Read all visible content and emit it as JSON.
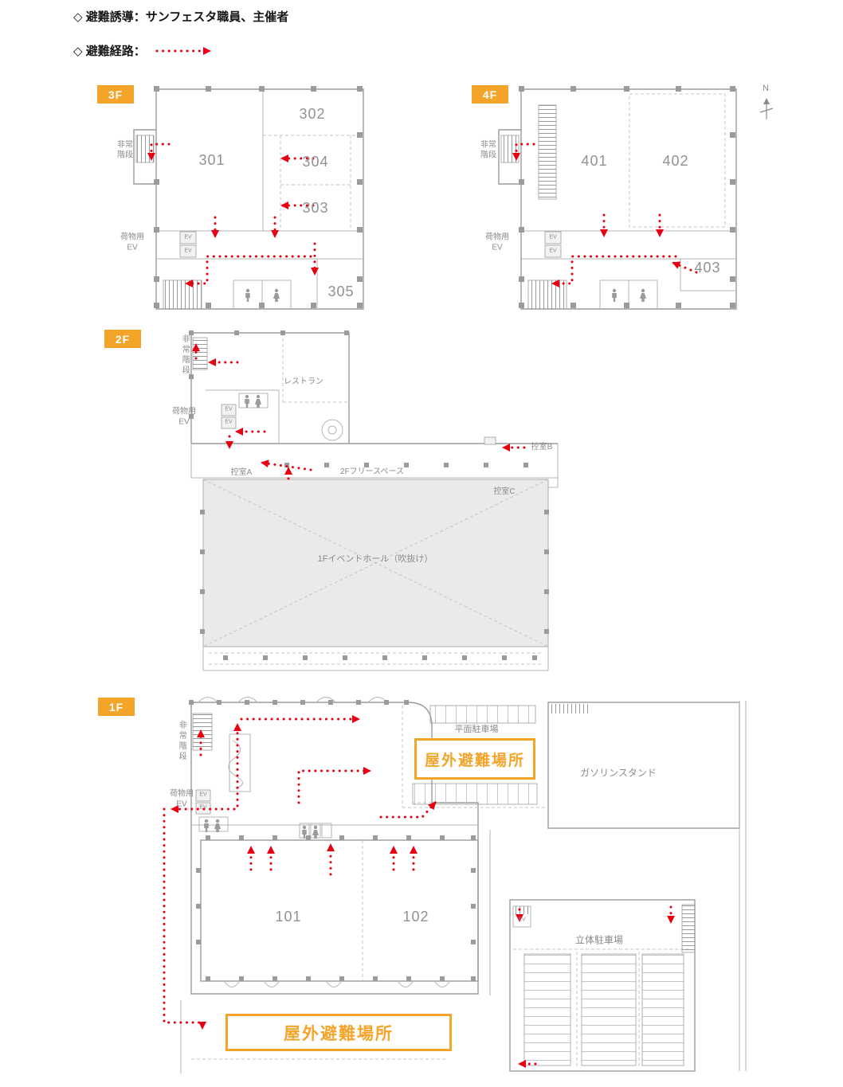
{
  "legend": {
    "guidance": "◇ 避難誘導：サンフェスタ職員、主催者",
    "route_label": "◇ 避難経路："
  },
  "compass": {
    "north": "N"
  },
  "colors": {
    "accent_orange": "#F4A428",
    "route_red": "#E60012",
    "plan_gray": "#9B9B9B"
  },
  "common": {
    "emergency_stairs": "非常階段",
    "emergency_stairs_line1": "非常",
    "emergency_stairs_line2": "階段",
    "freight_ev_line1": "荷物用",
    "freight_ev_line2": "EV",
    "ev": "EV"
  },
  "floor3": {
    "badge": "3F",
    "rooms": {
      "r301": "301",
      "r302": "302",
      "r303": "303",
      "r304": "304",
      "r305": "305"
    }
  },
  "floor4": {
    "badge": "4F",
    "rooms": {
      "r401": "401",
      "r402": "402",
      "r403": "403"
    }
  },
  "floor2": {
    "badge": "2F",
    "labels": {
      "restaurant": "レストラン",
      "waiting_room_a": "控室A",
      "waiting_room_b": "控室B",
      "waiting_room_c": "控室C",
      "free_space": "2Fフリースペース",
      "event_hall": "1Fイベントホール（吹抜け）"
    }
  },
  "floor1": {
    "badge": "1F",
    "rooms": {
      "r101": "101",
      "r102": "102"
    },
    "labels": {
      "flat_parking": "平面駐車場",
      "outdoor_shelter": "屋外避難場所",
      "gas_station": "ガソリンスタンド",
      "multistory_parking": "立体駐車場"
    }
  }
}
